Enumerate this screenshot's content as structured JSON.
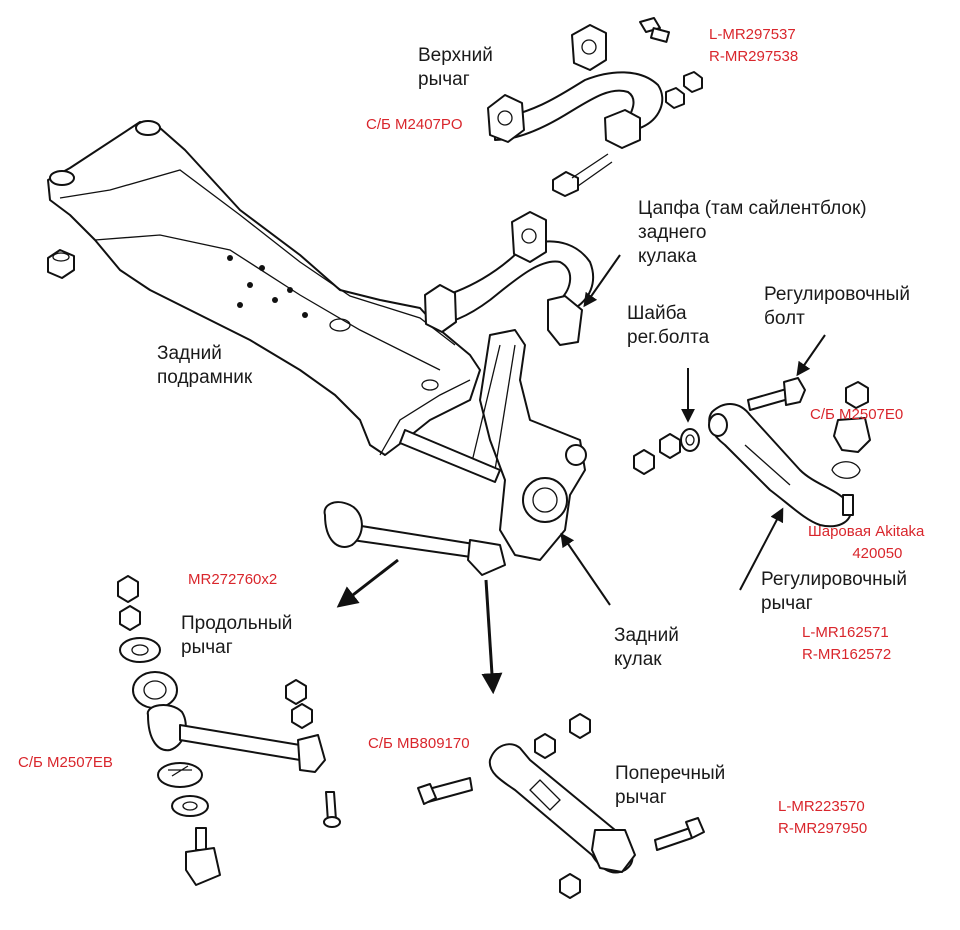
{
  "colors": {
    "ink": "#111111",
    "part_number": "#d9262c",
    "label": "#1a1a1a"
  },
  "labels": {
    "upper_arm": [
      "Верхний",
      "рычаг"
    ],
    "trunnion": [
      "Цапфа (там сайлентблок)",
      "заднего",
      "кулака"
    ],
    "subframe": [
      "Задний",
      "подрамник"
    ],
    "washer": [
      "Шайба",
      "рег.болта"
    ],
    "adj_bolt": [
      "Регулировочный",
      "болт"
    ],
    "adj_arm": [
      "Регулировочный",
      "рычаг"
    ],
    "trailing_arm": [
      "Продольный",
      "рычаг"
    ],
    "knuckle": [
      "Задний",
      "кулак"
    ],
    "lateral_arm": [
      "Поперечный",
      "рычаг"
    ]
  },
  "part_numbers": {
    "upper_arm": [
      "L-MR297537",
      "R-MR297538"
    ],
    "upper_bushing": "С/Б M2407PO",
    "adj_bushing": "С/Б M2507E0",
    "ball_joint": [
      "Шаровая Akitaka",
      "420050"
    ],
    "trailing": "MR272760x2",
    "adj_arm": [
      "L-MR162571",
      "R-MR162572"
    ],
    "trailing_bushing": "С/Б M2507EB",
    "lateral_bushing": "С/Б MB809170",
    "lateral_arm": [
      "L-MR223570",
      "R-MR297950"
    ]
  }
}
